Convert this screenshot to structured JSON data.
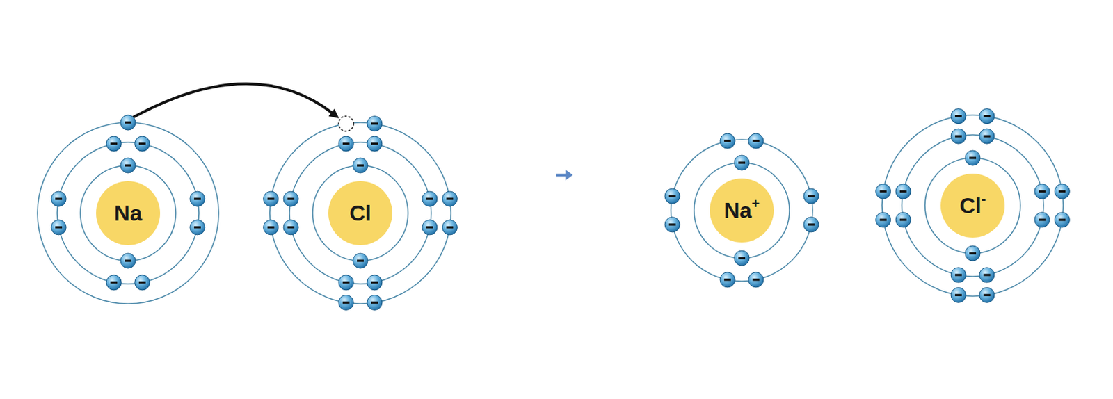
{
  "diagram": {
    "nodes": [
      {
        "text": [
          "Na"
        ]
      },
      {
        "text": [
          "Cl"
        ]
      },
      {
        "text": [
          "Na+"
        ]
      },
      {
        "text": [
          "Cl-"
        ]
      }
    ],
    "edges": [
      {
        "from": 0,
        "to": 1,
        "arrow": "to"
      }
    ]
  }
}
